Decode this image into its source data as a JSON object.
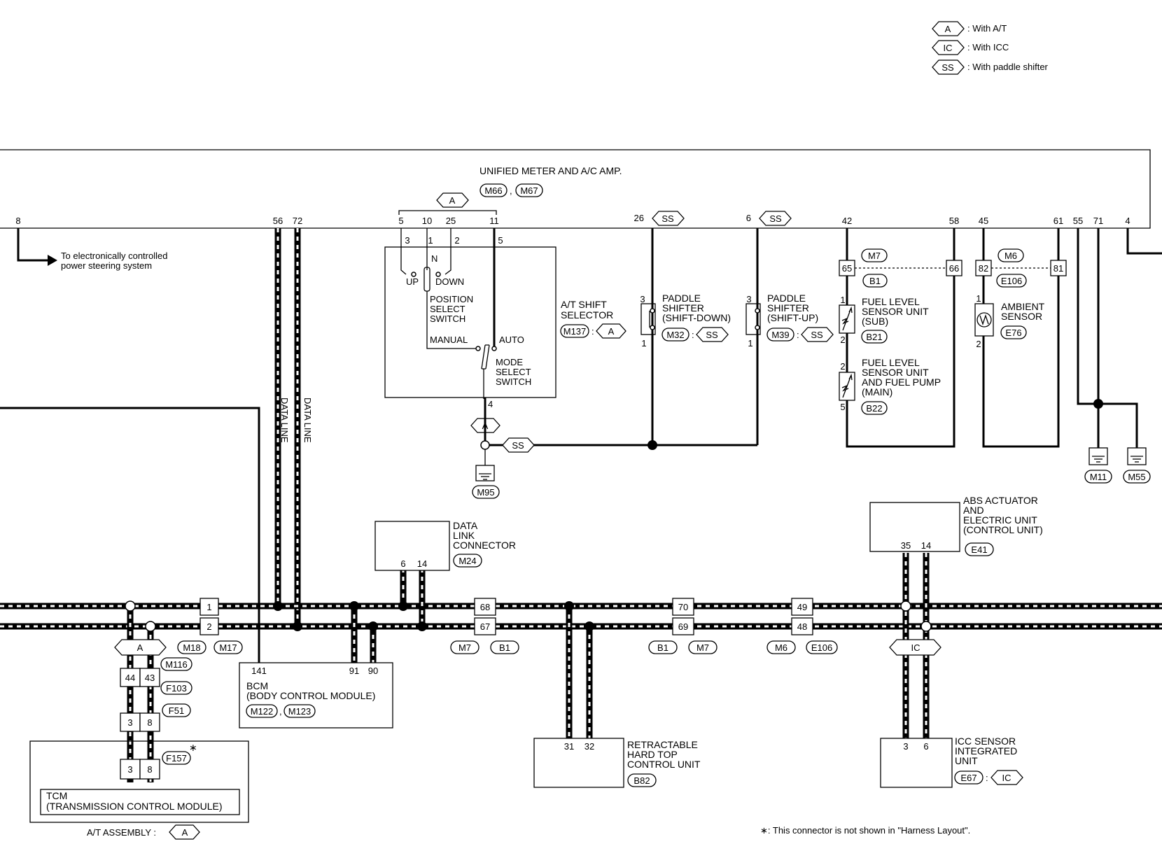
{
  "legend": {
    "items": [
      {
        "tag": "A",
        "label": ": With A/T"
      },
      {
        "tag": "IC",
        "label": ": With ICC"
      },
      {
        "tag": "SS",
        "label": ": With paddle shifter"
      }
    ]
  },
  "meter": {
    "title": "UNIFIED METER AND A/C AMP.",
    "connectors": [
      "M66",
      "M67"
    ],
    "pins": [
      "8",
      "56",
      "72",
      "5",
      "10",
      "25",
      "11",
      "26",
      "6",
      "42",
      "58",
      "45",
      "61",
      "55",
      "71",
      "4"
    ]
  },
  "eps_note": [
    "To electronically controlled",
    "power steering system"
  ],
  "data_line_label": "DATA LINE",
  "selector": {
    "title": [
      "A/T SHIFT",
      "SELECTOR"
    ],
    "connector": "M137",
    "tag": "A",
    "pins_top": [
      "3",
      "1",
      "2",
      "5"
    ],
    "pin_bottom": "4",
    "n_label": "N",
    "up_label": "UP",
    "down_label": "DOWN",
    "position_switch": [
      "POSITION",
      "SELECT",
      "SWITCH"
    ],
    "manual_label": "MANUAL",
    "auto_label": "AUTO",
    "mode_switch": [
      "MODE",
      "SELECT",
      "SWITCH"
    ]
  },
  "ground_m95": "M95",
  "paddle_down": {
    "title": [
      "PADDLE",
      "SHIFTER",
      "(SHIFT-DOWN)"
    ],
    "connector": "M32",
    "tag": "SS",
    "pin_top": "3",
    "pin_bottom": "1"
  },
  "paddle_up": {
    "title": [
      "PADDLE",
      "SHIFTER",
      "(SHIFT-UP)"
    ],
    "connector": "M39",
    "tag": "SS",
    "pin_top": "3",
    "pin_bottom": "1"
  },
  "fuel_sub": {
    "title": [
      "FUEL LEVEL",
      "SENSOR UNIT",
      "(SUB)"
    ],
    "connector": "B21",
    "pin_top": "1",
    "pin_bottom": "2"
  },
  "fuel_main": {
    "title": [
      "FUEL LEVEL",
      "SENSOR UNIT",
      "AND FUEL PUMP",
      "(MAIN)"
    ],
    "connector": "B22",
    "pin_top": "2",
    "pin_bottom": "5"
  },
  "fuel_joint": {
    "pin_left": "65",
    "pin_right": "66",
    "conn_top": "M7",
    "conn_bottom": "B1"
  },
  "ambient": {
    "title": [
      "AMBIENT",
      "SENSOR"
    ],
    "connector": "E76",
    "pin_top": "1",
    "pin_bottom": "2"
  },
  "amb_joint": {
    "pin_left": "82",
    "pin_right": "81",
    "conn_top": "M6",
    "conn_bottom": "E106"
  },
  "grounds": [
    "M11",
    "M55"
  ],
  "dlc": {
    "title": [
      "DATA",
      "LINK",
      "CONNECTOR"
    ],
    "connector": "M24",
    "pins": [
      "6",
      "14"
    ]
  },
  "abs": {
    "title": [
      "ABS ACTUATOR",
      "AND",
      "ELECTRIC UNIT",
      "(CONTROL UNIT)"
    ],
    "connector": "E41",
    "pins": [
      "35",
      "14"
    ]
  },
  "bus_joints": [
    {
      "pins": [
        "1",
        "2"
      ],
      "conns": [
        "M18",
        "M17"
      ]
    },
    {
      "pins": [
        "68",
        "67"
      ],
      "conns": [
        "M7",
        "B1"
      ]
    },
    {
      "pins": [
        "70",
        "69"
      ],
      "conns": [
        "B1",
        "M7"
      ]
    },
    {
      "pins": [
        "49",
        "48"
      ],
      "conns": [
        "M6",
        "E106"
      ]
    }
  ],
  "tcm_chain": {
    "tag": "A",
    "joints": [
      {
        "pins": [
          "44",
          "43"
        ],
        "connector": "M116"
      },
      {
        "pins": [
          "44",
          "43"
        ],
        "connector": "F103"
      },
      {
        "pins": [
          "3",
          "8"
        ],
        "connector": "F51"
      },
      {
        "pins": [
          "3",
          "8"
        ],
        "connector": "F157"
      }
    ],
    "tcm_title": [
      "TCM",
      "(TRANSMISSION CONTROL MODULE)"
    ],
    "assembly_label": "A/T ASSEMBLY :",
    "assembly_tag": "A"
  },
  "bcm": {
    "title": [
      "BCM",
      "(BODY CONTROL MODULE)"
    ],
    "connectors": [
      "M122",
      "M123"
    ],
    "pins": [
      "141",
      "91",
      "90"
    ]
  },
  "retract": {
    "title": [
      "RETRACTABLE",
      "HARD TOP",
      "CONTROL UNIT"
    ],
    "connector": "B82",
    "pins": [
      "31",
      "32"
    ]
  },
  "icc": {
    "title": [
      "ICC SENSOR",
      "INTEGRATED",
      "UNIT"
    ],
    "connector": "E67",
    "tag": "IC",
    "pins": [
      "3",
      "6"
    ],
    "bus_tag": "IC"
  },
  "footnote": "∗: This connector is not shown in \"Harness Layout\".",
  "star": "∗"
}
